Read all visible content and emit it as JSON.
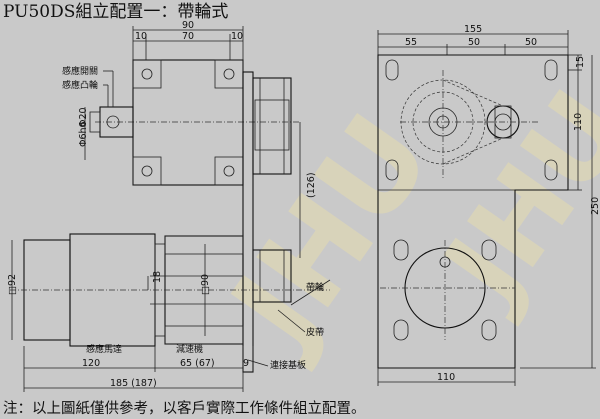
{
  "title": "PU50DS組立配置一：帶輪式",
  "note": "注：以上圖紙僅供參考，以客戶實際工作條件組立配置。",
  "labels": {
    "sensor_switch": "感應開關",
    "sensor_cam": "感應凸輪",
    "pulley": "帶輪",
    "belt": "皮帶",
    "motor": "感應馬達",
    "reducer": "減速機",
    "base_plate": "連接基板",
    "watermark": "JHU"
  },
  "dims_top": {
    "overall": "90",
    "left": "10",
    "mid": "70",
    "right": "10"
  },
  "dims_right": {
    "overall": "155",
    "a": "55",
    "b": "50",
    "c": "50",
    "side_top": "15",
    "side_mid": "110",
    "height": "250",
    "bottom": "110"
  },
  "dims_left": {
    "phi20": "Φ20",
    "phi6h6": "Φ6h6",
    "phi92": "□92",
    "phi90": "□90",
    "h18": "18",
    "h126": "(126)"
  },
  "dims_bottom": {
    "motor_len": "120",
    "reducer_len": "65 (67)",
    "plate": "9",
    "total": "185 (187)"
  }
}
